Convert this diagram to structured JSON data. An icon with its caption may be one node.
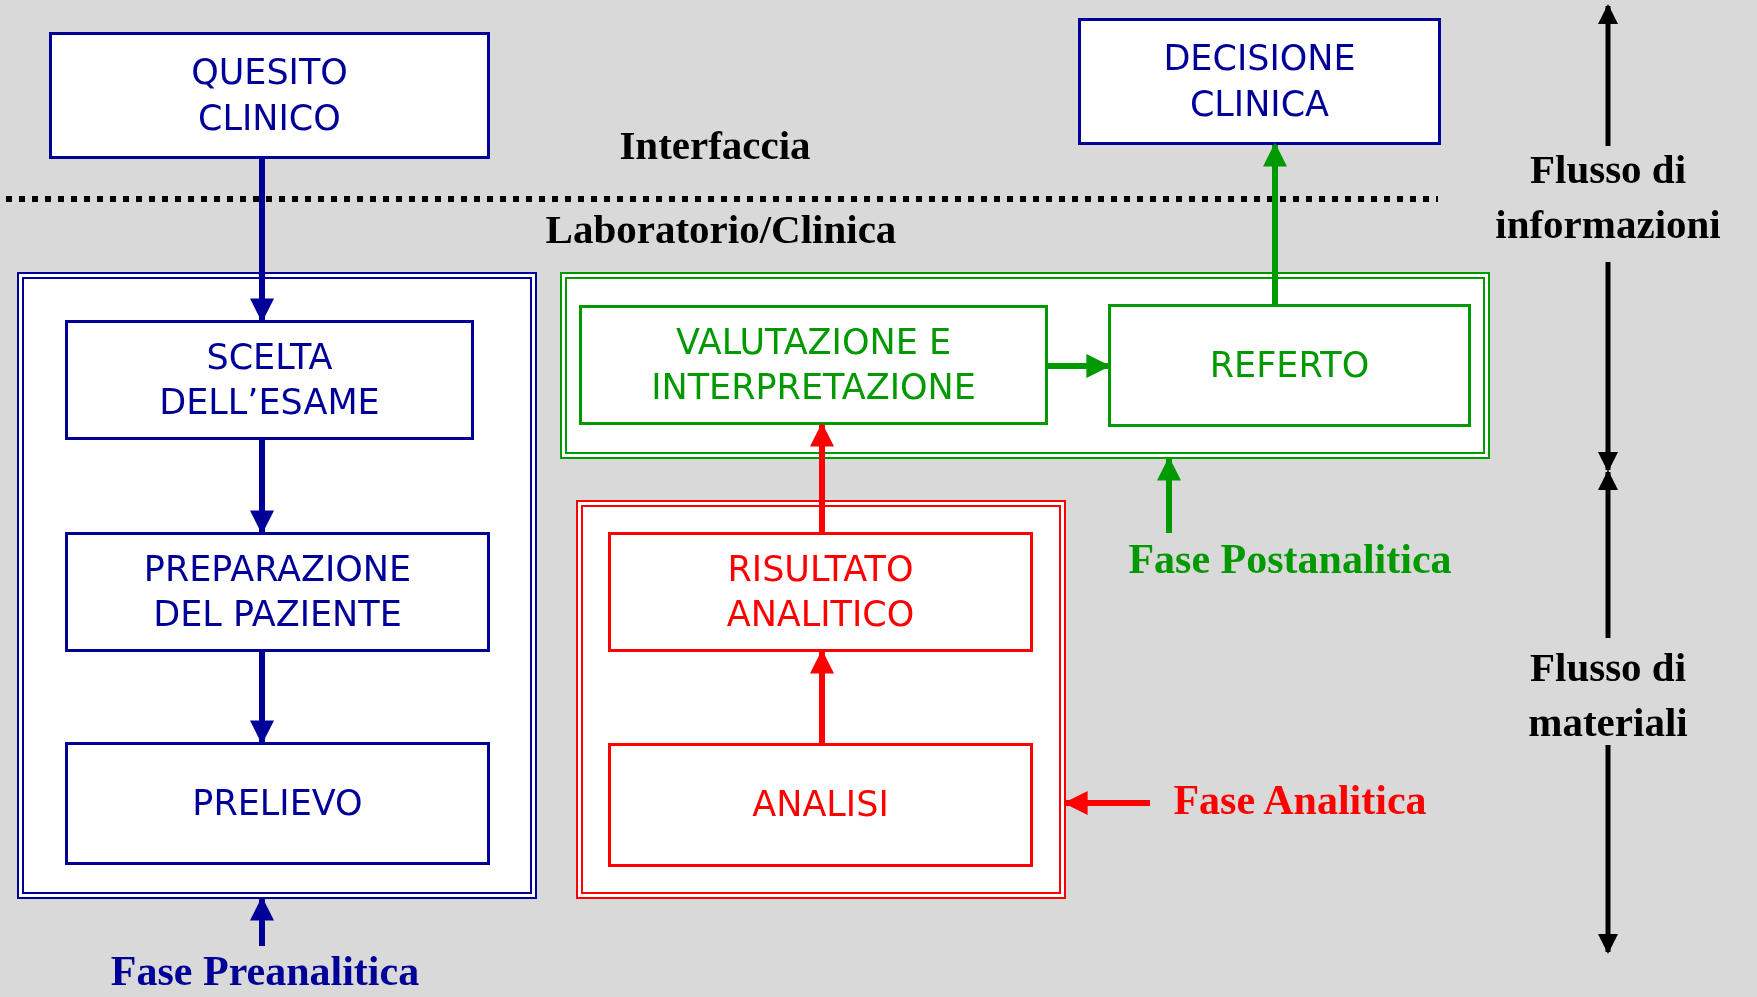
{
  "diagram": {
    "nodes": [
      {
        "text": [
          "QUESITO CLINICO"
        ]
      },
      {
        "text": [
          "DECISIONE CLINICA"
        ]
      },
      {
        "text": [],
        "shape": "box"
      },
      {
        "text": [
          "SCELTA DELL’ESAME"
        ],
        "in": 2
      },
      {
        "text": [
          "PREPARAZIONE DEL PAZIENTE"
        ],
        "in": 2
      },
      {
        "text": [
          "PRELIEVO"
        ],
        "in": 2
      },
      {
        "text": [],
        "shape": "box"
      },
      {
        "text": [
          "VALUTAZIONE E INTERPRETAZIONE"
        ],
        "in": 6
      },
      {
        "text": [
          "REFERTO"
        ],
        "in": 6
      },
      {
        "text": [],
        "shape": "box"
      },
      {
        "text": [
          "RISULTATO ANALITICO"
        ],
        "in": 9
      },
      {
        "text": [
          "ANALISI"
        ],
        "in": 9
      },
      {
        "text": [
          "Fase Postanalitica"
        ]
      },
      {
        "text": [
          "Fase Analitica"
        ]
      },
      {
        "text": [
          "Fase Preanalitica"
        ]
      }
    ],
    "edges": [
      {
        "from": 0,
        "to": 3,
        "arrow": "to",
        "color": "#000099"
      },
      {
        "from": 3,
        "to": 4,
        "arrow": "to",
        "color": "#000099"
      },
      {
        "from": 4,
        "to": 5,
        "arrow": "to",
        "color": "#000099"
      },
      {
        "from": 11,
        "to": 10,
        "arrow": "to",
        "color": "#ff0000"
      },
      {
        "from": 10,
        "to": 7,
        "arrow": "to",
        "color": "#ff0000"
      },
      {
        "from": 7,
        "to": 8,
        "arrow": "to",
        "color": "#009900"
      },
      {
        "from": 8,
        "to": 1,
        "arrow": "to",
        "color": "#009900"
      },
      {
        "from": 12,
        "to": 6,
        "arrow": "to",
        "color": "#009900"
      },
      {
        "from": 13,
        "to": 9,
        "arrow": "to",
        "color": "#ff0000"
      },
      {
        "from": 14,
        "to": 2,
        "arrow": "to",
        "color": "#000099"
      }
    ],
    "labels": [
      "Interfaccia",
      "Laboratorio/Clinica",
      "Flusso di informazioni",
      "Flusso di materiali"
    ]
  }
}
